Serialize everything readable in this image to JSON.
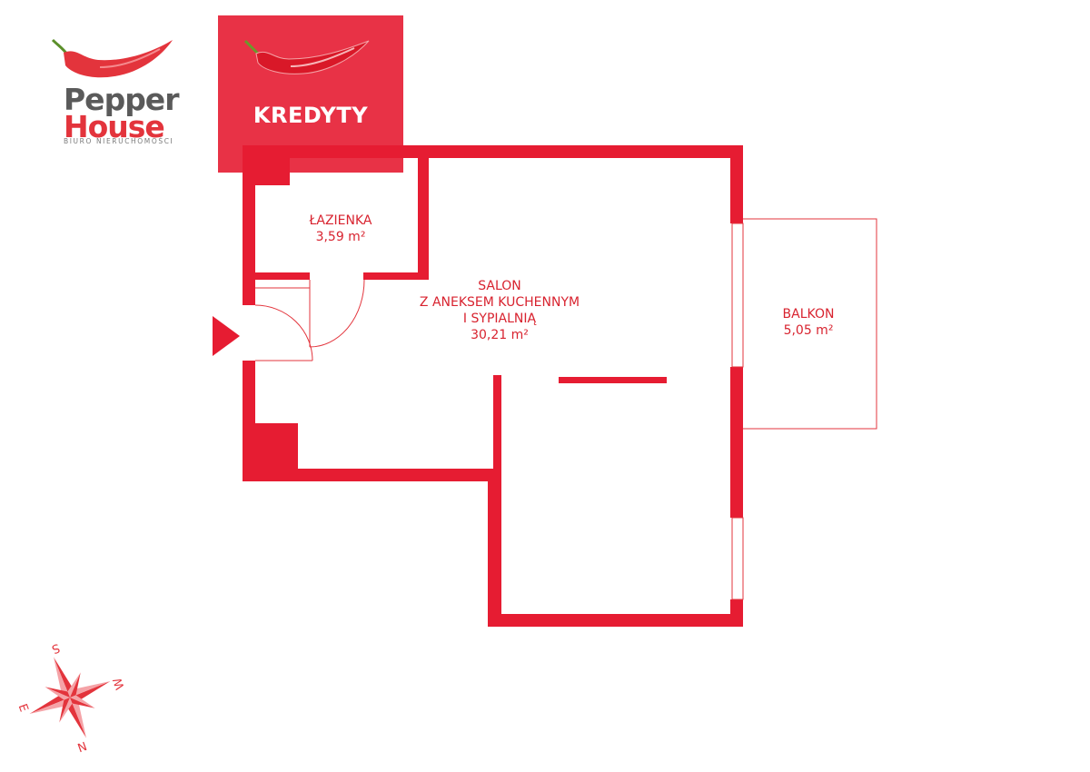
{
  "branding": {
    "logo_line1": "Pepper",
    "logo_line2": "House",
    "logo_tagline": "BIURO NIERUCHOMOŚCI",
    "brand_red": "#e3343c",
    "brand_grey": "#5a5a5a"
  },
  "kredyty_button": {
    "label": "KREDYTY",
    "background": "#e61c32"
  },
  "rooms": {
    "bathroom": {
      "name": "ŁAZIENKA",
      "area": "3,59 m²"
    },
    "living": {
      "line1": "SALON",
      "line2": "Z ANEKSEM KUCHENNYM",
      "line3": "I SYPIALNIĄ",
      "area": "30,21 m²"
    },
    "balcony": {
      "name": "BALKON",
      "area": "5,05 m²"
    }
  },
  "plan_colors": {
    "wall": "#e61c32",
    "outline": "#e3343c"
  },
  "compass": {
    "n": "N",
    "s": "S",
    "e": "E",
    "w": "W"
  }
}
